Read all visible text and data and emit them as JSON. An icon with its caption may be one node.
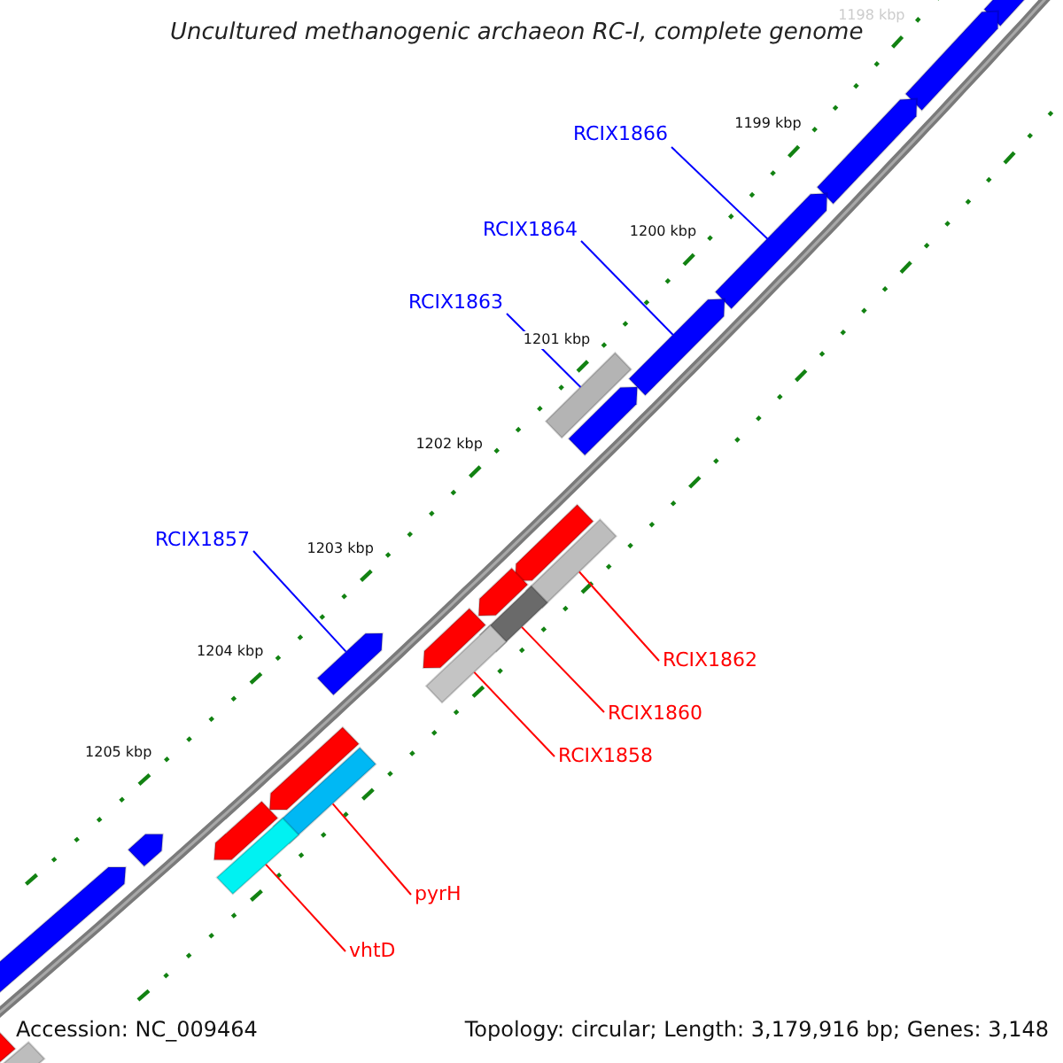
{
  "diagram": {
    "title": "Uncultured methanogenic archaeon RC-I, complete genome",
    "nodes": [
      {
        "text": [
          "RCIX1866"
        ]
      },
      {
        "text": [
          "RCIX1864"
        ]
      },
      {
        "text": [
          "RCIX1863"
        ]
      },
      {
        "text": [
          "RCIX1857"
        ]
      },
      {
        "text": [
          "RCIX1862"
        ]
      },
      {
        "text": [
          "RCIX1860"
        ]
      },
      {
        "text": [
          "RCIX1858"
        ]
      },
      {
        "text": [
          "pyrH"
        ]
      },
      {
        "text": [
          "vhtD"
        ]
      },
      {
        "text": [],
        "shape": "bar"
      },
      {
        "text": [],
        "shape": "bar"
      },
      {
        "text": [],
        "shape": "bar"
      },
      {
        "text": [],
        "shape": "bar"
      },
      {
        "text": [],
        "shape": "bar"
      },
      {
        "text": [],
        "shape": "bar"
      },
      {
        "text": [],
        "shape": "bar"
      },
      {
        "text": [],
        "shape": "bar"
      },
      {
        "text": [],
        "shape": "bar"
      },
      {
        "text": [],
        "shape": "bar"
      },
      {
        "text": [],
        "shape": "bar"
      },
      {
        "text": [],
        "shape": "bar"
      },
      {
        "text": [],
        "shape": "bar"
      },
      {
        "text": [],
        "shape": "bar"
      },
      {
        "text": [],
        "shape": "bar"
      },
      {
        "text": [],
        "shape": "bar"
      },
      {
        "text": [],
        "shape": "bar"
      },
      {
        "text": [],
        "shape": "bar"
      },
      {
        "text": [],
        "shape": "bar"
      },
      {
        "text": [],
        "shape": "bar"
      },
      {
        "text": [],
        "shape": "bar"
      },
      {
        "text": [],
        "shape": "bar"
      }
    ],
    "edges": [
      {
        "from": 0,
        "to": 12,
        "arrow": "none",
        "color": "#0000ff"
      },
      {
        "from": 1,
        "to": 13,
        "arrow": "none",
        "color": "#0000ff"
      },
      {
        "from": 2,
        "to": 14,
        "arrow": "none",
        "color": "#0000ff"
      },
      {
        "from": 3,
        "to": 22,
        "arrow": "none",
        "color": "#0000ff"
      },
      {
        "from": 4,
        "to": 17,
        "arrow": "none",
        "color": "#ff0000"
      },
      {
        "from": 5,
        "to": 19,
        "arrow": "none",
        "color": "#ff0000"
      },
      {
        "from": 6,
        "to": 21,
        "arrow": "none",
        "color": "#ff0000"
      },
      {
        "from": 7,
        "to": 24,
        "arrow": "none",
        "color": "#ff0000"
      },
      {
        "from": 8,
        "to": 26,
        "arrow": "none",
        "color": "#ff0000"
      }
    ],
    "labels": [
      "1198 kbp",
      "1199 kbp",
      "1200 kbp",
      "1201 kbp",
      "1202 kbp",
      "1203 kbp",
      "1204 kbp",
      "1205 kbp",
      "Accession: NC_009464",
      "Topology: circular; Length: 3,179,916 bp; Genes: 3,148"
    ]
  }
}
